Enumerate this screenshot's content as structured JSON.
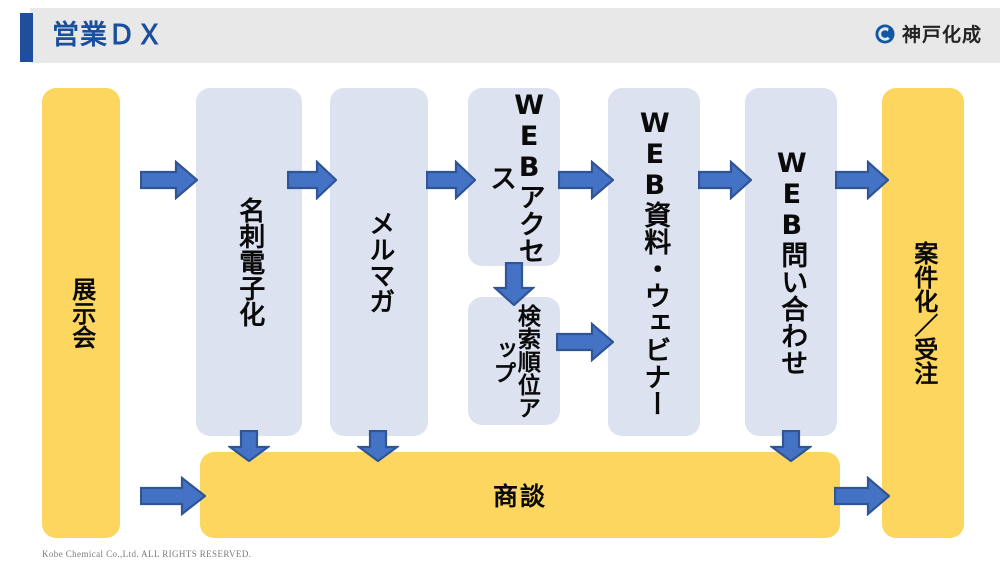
{
  "header": {
    "title": "営業ＤＸ",
    "accent_color": "#1f4e9c",
    "background_color": "#e8e8e8",
    "brand_name": "神戸化成",
    "brand_mark_icon": "kobe-kasei-circle-logo-icon"
  },
  "theme": {
    "yellow": "#fcd65e",
    "blue_box": "#dce2f0",
    "arrow_fill": "#4472c4",
    "arrow_stroke": "#2f5597",
    "text": "#0a0a0a"
  },
  "diagram": {
    "type": "flow",
    "nodes": [
      {
        "id": "exhibition",
        "label": "展示会",
        "color": "yellow",
        "orientation": "vertical"
      },
      {
        "id": "meishi",
        "label": "名刺電子化",
        "color": "blue",
        "orientation": "vertical"
      },
      {
        "id": "merumaga",
        "label": "メルマガ",
        "color": "blue",
        "orientation": "vertical"
      },
      {
        "id": "webaccess",
        "label": "WEBアクセス",
        "color": "blue",
        "orientation": "vertical"
      },
      {
        "id": "seo",
        "label": "検索順位アップ",
        "color": "blue",
        "orientation": "vertical"
      },
      {
        "id": "webdoc",
        "label": "WEB資料・ウェビナー",
        "color": "blue",
        "orientation": "vertical"
      },
      {
        "id": "webinquiry",
        "label": "WEB問い合わせ",
        "color": "blue",
        "orientation": "vertical"
      },
      {
        "id": "order",
        "label": "案件化／受注",
        "color": "yellow",
        "orientation": "vertical"
      },
      {
        "id": "negotiation",
        "label": "商談",
        "color": "yellow",
        "orientation": "horizontal"
      }
    ],
    "arrows": [
      {
        "id": "exh-meishi",
        "from": "exhibition",
        "to": "meishi",
        "direction": "right"
      },
      {
        "id": "meishi-mail",
        "from": "meishi",
        "to": "merumaga",
        "direction": "right"
      },
      {
        "id": "mail-web",
        "from": "merumaga",
        "to": "webaccess",
        "direction": "right"
      },
      {
        "id": "web-doc",
        "from": "webaccess",
        "to": "webdoc",
        "direction": "right"
      },
      {
        "id": "doc-inq",
        "from": "webdoc",
        "to": "webinquiry",
        "direction": "right"
      },
      {
        "id": "inq-ord",
        "from": "webinquiry",
        "to": "order",
        "direction": "right"
      },
      {
        "id": "web-seo",
        "from": "webaccess",
        "to": "seo",
        "direction": "down"
      },
      {
        "id": "seo-doc",
        "from": "seo",
        "to": "webdoc",
        "direction": "right"
      },
      {
        "id": "meishi-neg",
        "from": "meishi",
        "to": "negotiation",
        "direction": "down"
      },
      {
        "id": "mail-neg",
        "from": "merumaga",
        "to": "negotiation",
        "direction": "down"
      },
      {
        "id": "inq-neg",
        "from": "webinquiry",
        "to": "negotiation",
        "direction": "down"
      },
      {
        "id": "exh-neg",
        "from": "exhibition",
        "to": "negotiation",
        "direction": "right"
      },
      {
        "id": "neg-ord",
        "from": "negotiation",
        "to": "order",
        "direction": "right"
      }
    ]
  },
  "footer": {
    "copyright": "Kobe Chemical Co.,Ltd.  ALL  RIGHTS  RESERVED."
  }
}
